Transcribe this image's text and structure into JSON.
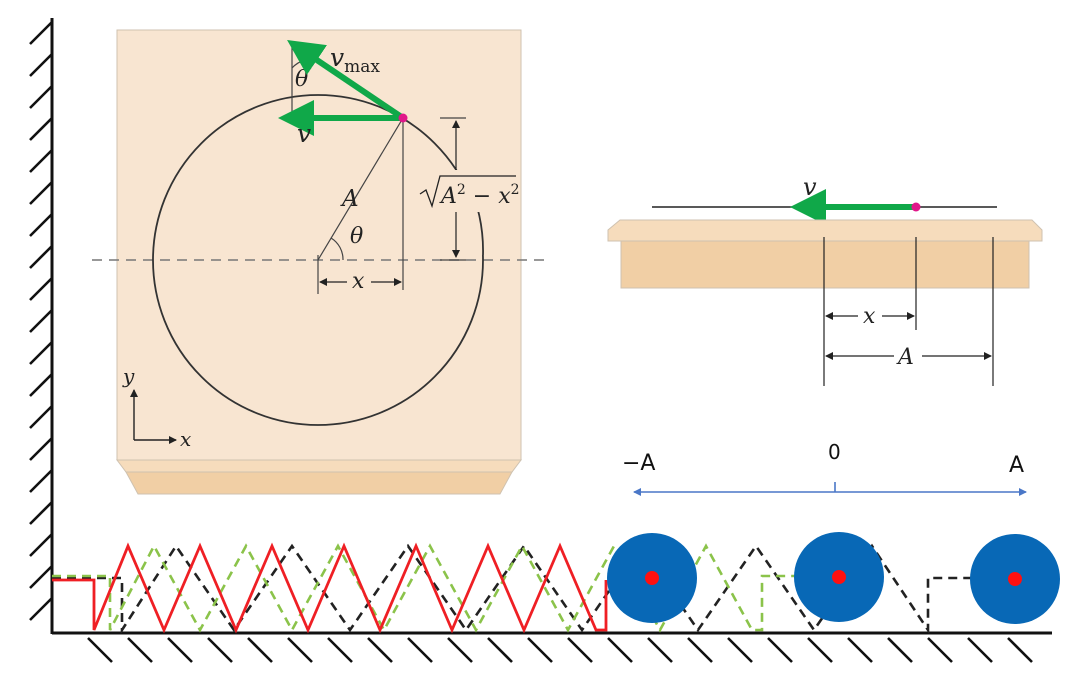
{
  "colors": {
    "block": "#f8e5d1",
    "block_base": "#f1cfa5",
    "circle": "#333333",
    "velocity_arrow": "#10a849",
    "point": "#e0188a",
    "spring_red": "#ef1f24",
    "spring_green_dashed": "#8bc34a",
    "spring_black_dashed": "#222222",
    "mass_disc": "#0868b6",
    "mass_center": "#ff1010",
    "position_axis": "#4a77c7"
  },
  "left_diagram": {
    "v_max_main": "v",
    "v_max_sub": "max",
    "theta_top": "θ",
    "v_label": "v",
    "A_label": "A",
    "theta_center": "θ",
    "sqrt_base": "A",
    "sqrt_exp1": "2",
    "sqrt_minus": " − x",
    "sqrt_exp2": "2",
    "x_label": "x",
    "axis_y": "y",
    "axis_x": "x"
  },
  "right_diagram": {
    "v_label": "v",
    "x_label": "x",
    "A_label": "A"
  },
  "position_axis": {
    "left": "−A",
    "center": "0",
    "right": "A"
  }
}
